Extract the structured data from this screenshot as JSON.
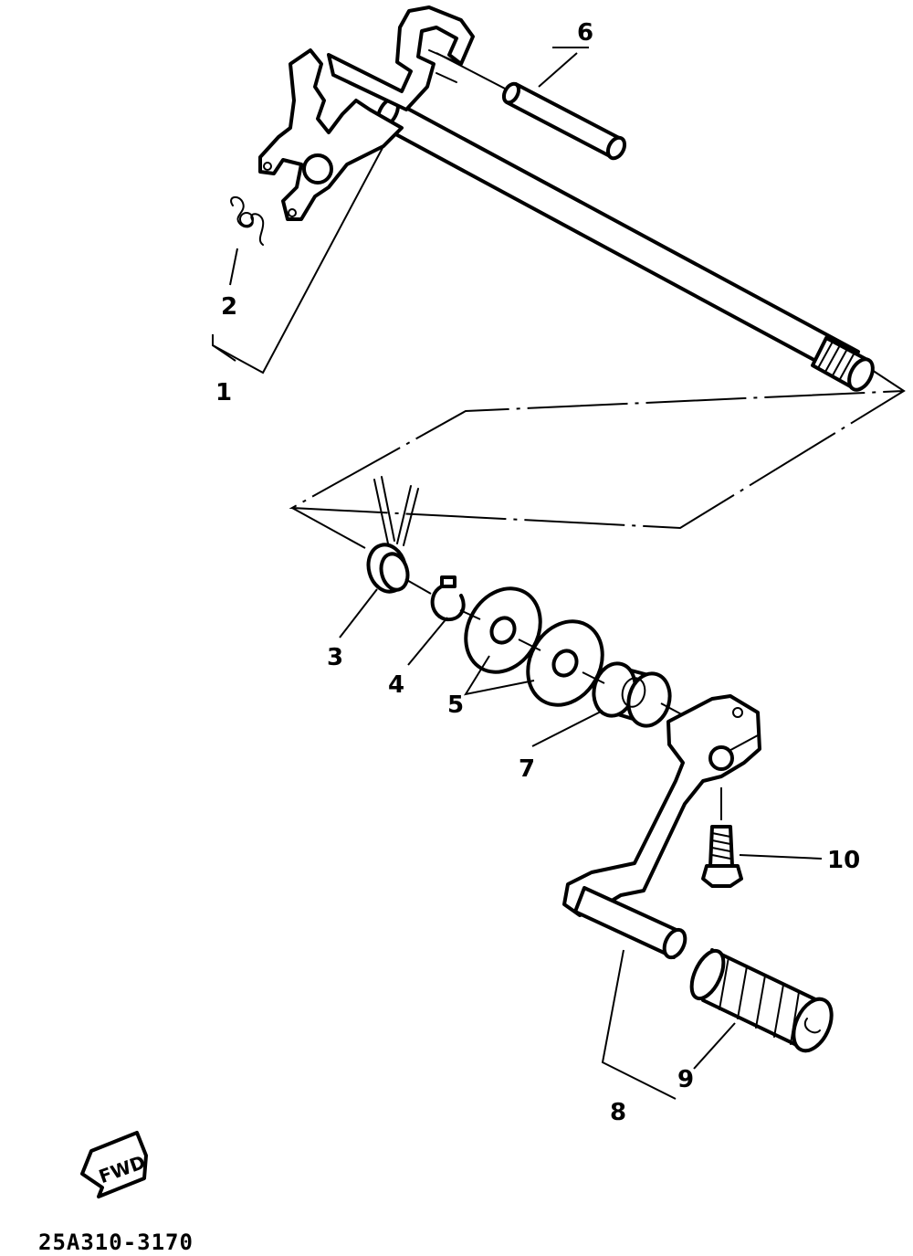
{
  "diagram": {
    "part_numbers": [
      "1",
      "2",
      "3",
      "4",
      "5",
      "6",
      "7",
      "8",
      "9",
      "10"
    ],
    "direction_indicator": "FWD",
    "drawing_code": "25A310-3170"
  }
}
